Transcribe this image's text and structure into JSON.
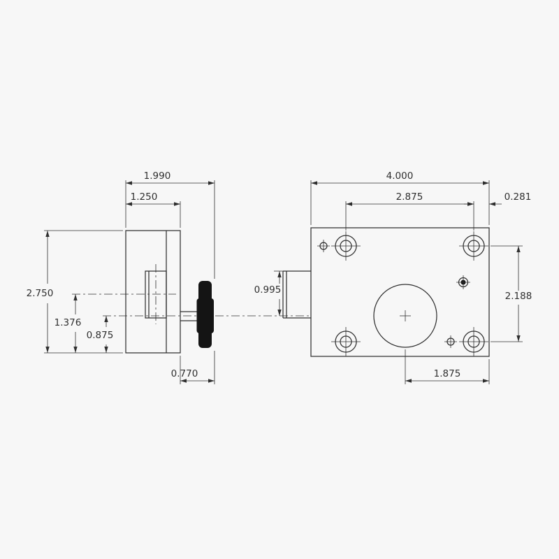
{
  "drawing": {
    "colors": {
      "background": "#f7f7f7",
      "line": "#2f2f2f",
      "knob_fill": "#141414"
    },
    "side_view": {
      "dims": {
        "overall_width": "1.990",
        "body_width": "1.250",
        "overall_height": "2.750",
        "boss_center_from_bottom": "1.376",
        "shaft_center_from_bottom": "0.875",
        "knob_protrusion": "0.770"
      }
    },
    "front_view": {
      "dims": {
        "overall_width": "4.000",
        "hole_spacing_x": "2.875",
        "right_edge_offset": "0.281",
        "boss_top_to_centerline": "0.995",
        "hole_spacing_y": "2.188",
        "center_to_right_edge": "1.875"
      }
    }
  }
}
